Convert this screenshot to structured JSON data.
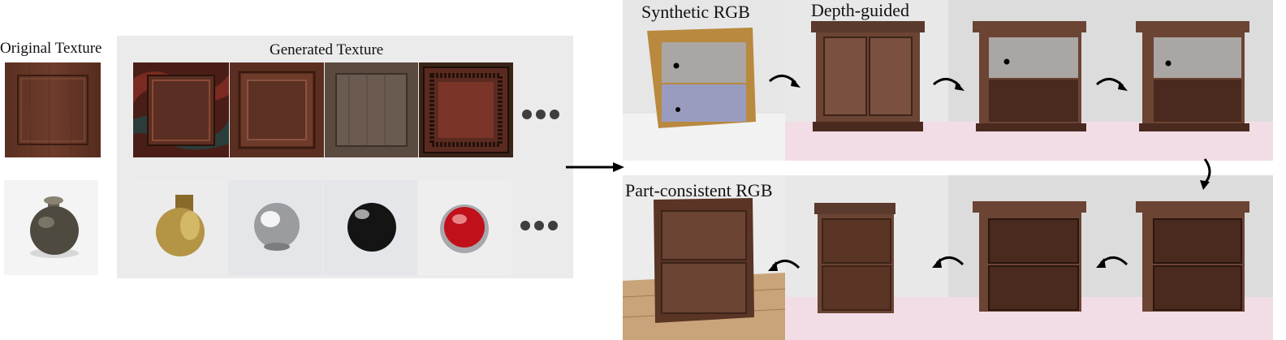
{
  "labels": {
    "original_texture": "Original Texture",
    "generated_texture": "Generated Texture",
    "synthetic_rgb": "Synthetic RGB",
    "depth_guided": "Depth-guided",
    "part_consistent_rgb": "Part-consistent RGB"
  },
  "texture_rows": [
    {
      "name": "door-panel-textures",
      "generated_count": 4,
      "continues": true
    },
    {
      "name": "knob-textures",
      "generated_count": 4,
      "continues": true
    }
  ],
  "pipeline": {
    "top_row": [
      "synthetic-rgb-render",
      "depth-guided-output",
      "door-stage-1",
      "door-stage-2"
    ],
    "bottom_row": [
      "part-consistent-final",
      "bottom-stage-1",
      "bottom-stage-2",
      "bottom-stage-3"
    ]
  },
  "colors": {
    "panel_bg": "#ebebeb",
    "wood_dark": "#4a2a1e",
    "wood_mid": "#6b4434",
    "brass": "#b49445",
    "chrome": "#c8c8cc",
    "black_knob": "#141414",
    "red_knob": "#c0101a",
    "cork": "#b9893f",
    "gray_door": "#a9a6a3",
    "blue_door": "#9a9cbf",
    "floor_pink": "#f2dde6"
  }
}
